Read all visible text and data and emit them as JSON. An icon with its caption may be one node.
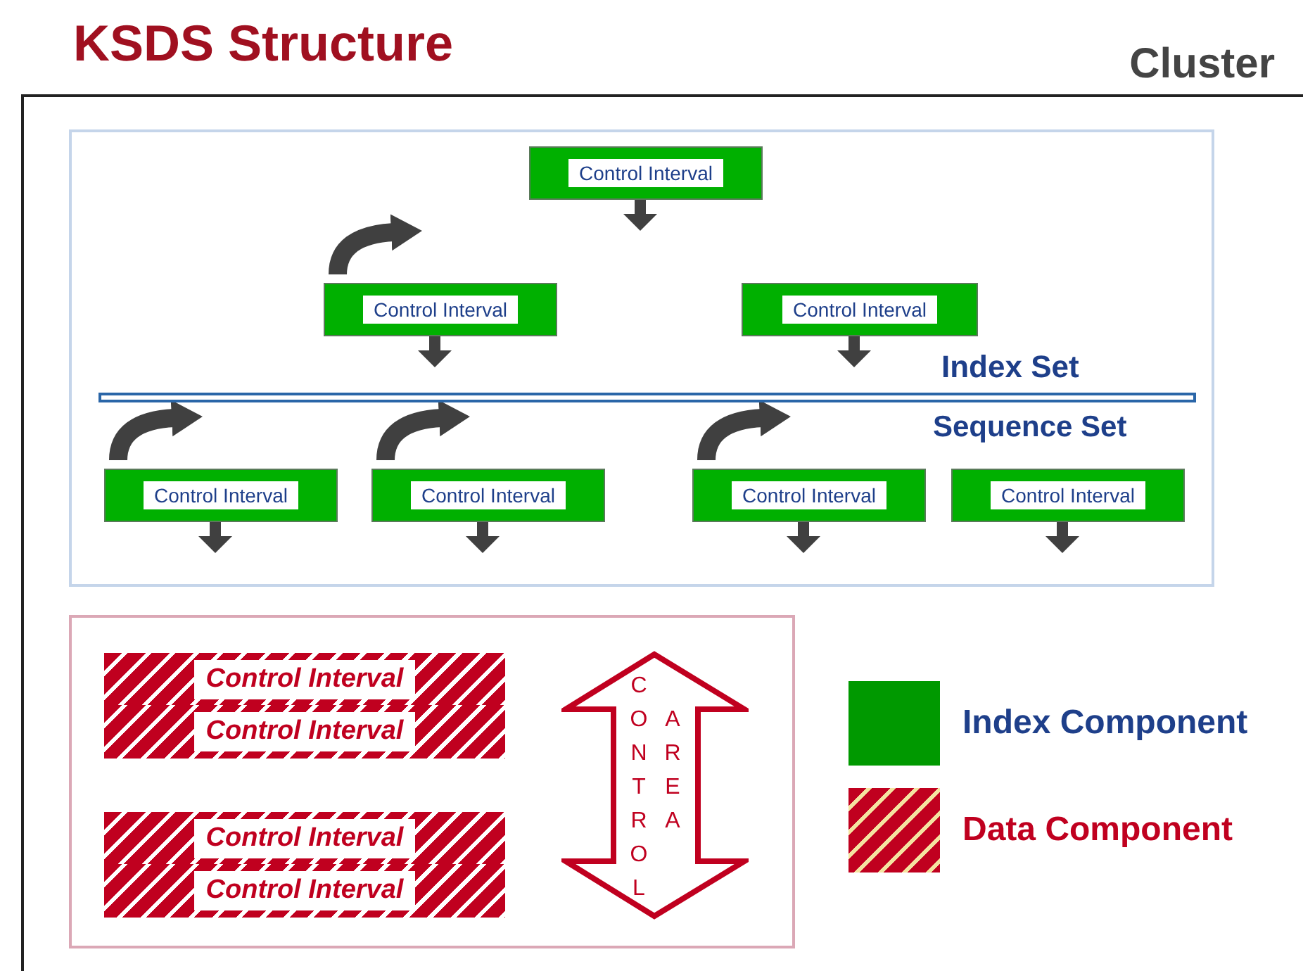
{
  "diagram": {
    "title": "KSDS Structure",
    "nodes": [
      {
        "text": [
          "Cluster"
        ]
      },
      {
        "text": [
          "Index Set",
          "Sequence Set"
        ],
        "in": 0
      },
      {
        "text": [
          "Control Interval"
        ],
        "in": 1
      },
      {
        "text": [
          "Control Interval"
        ],
        "in": 1
      },
      {
        "text": [
          "Control Interval"
        ],
        "in": 1
      },
      {
        "text": [
          "Control Interval"
        ],
        "in": 1
      },
      {
        "text": [
          "Control Interval"
        ],
        "in": 1
      },
      {
        "text": [
          "Control Interval"
        ],
        "in": 1
      },
      {
        "text": [
          "Control Interval"
        ],
        "in": 1
      },
      {
        "text": [],
        "shape": "box",
        "in": 0
      },
      {
        "text": [
          "Control Interval"
        ],
        "in": 9
      },
      {
        "text": [
          "Control Interval"
        ],
        "in": 9
      },
      {
        "text": [
          "Control Interval"
        ],
        "in": 9
      },
      {
        "text": [
          "Control Interval"
        ],
        "in": 9
      },
      {
        "text": [
          "CONTROL",
          "AREA"
        ],
        "in": 9
      }
    ],
    "legend": [
      {
        "text": "Index Component",
        "color": "#009900"
      },
      {
        "text": "Data Component",
        "color": "#c0001f"
      }
    ]
  }
}
